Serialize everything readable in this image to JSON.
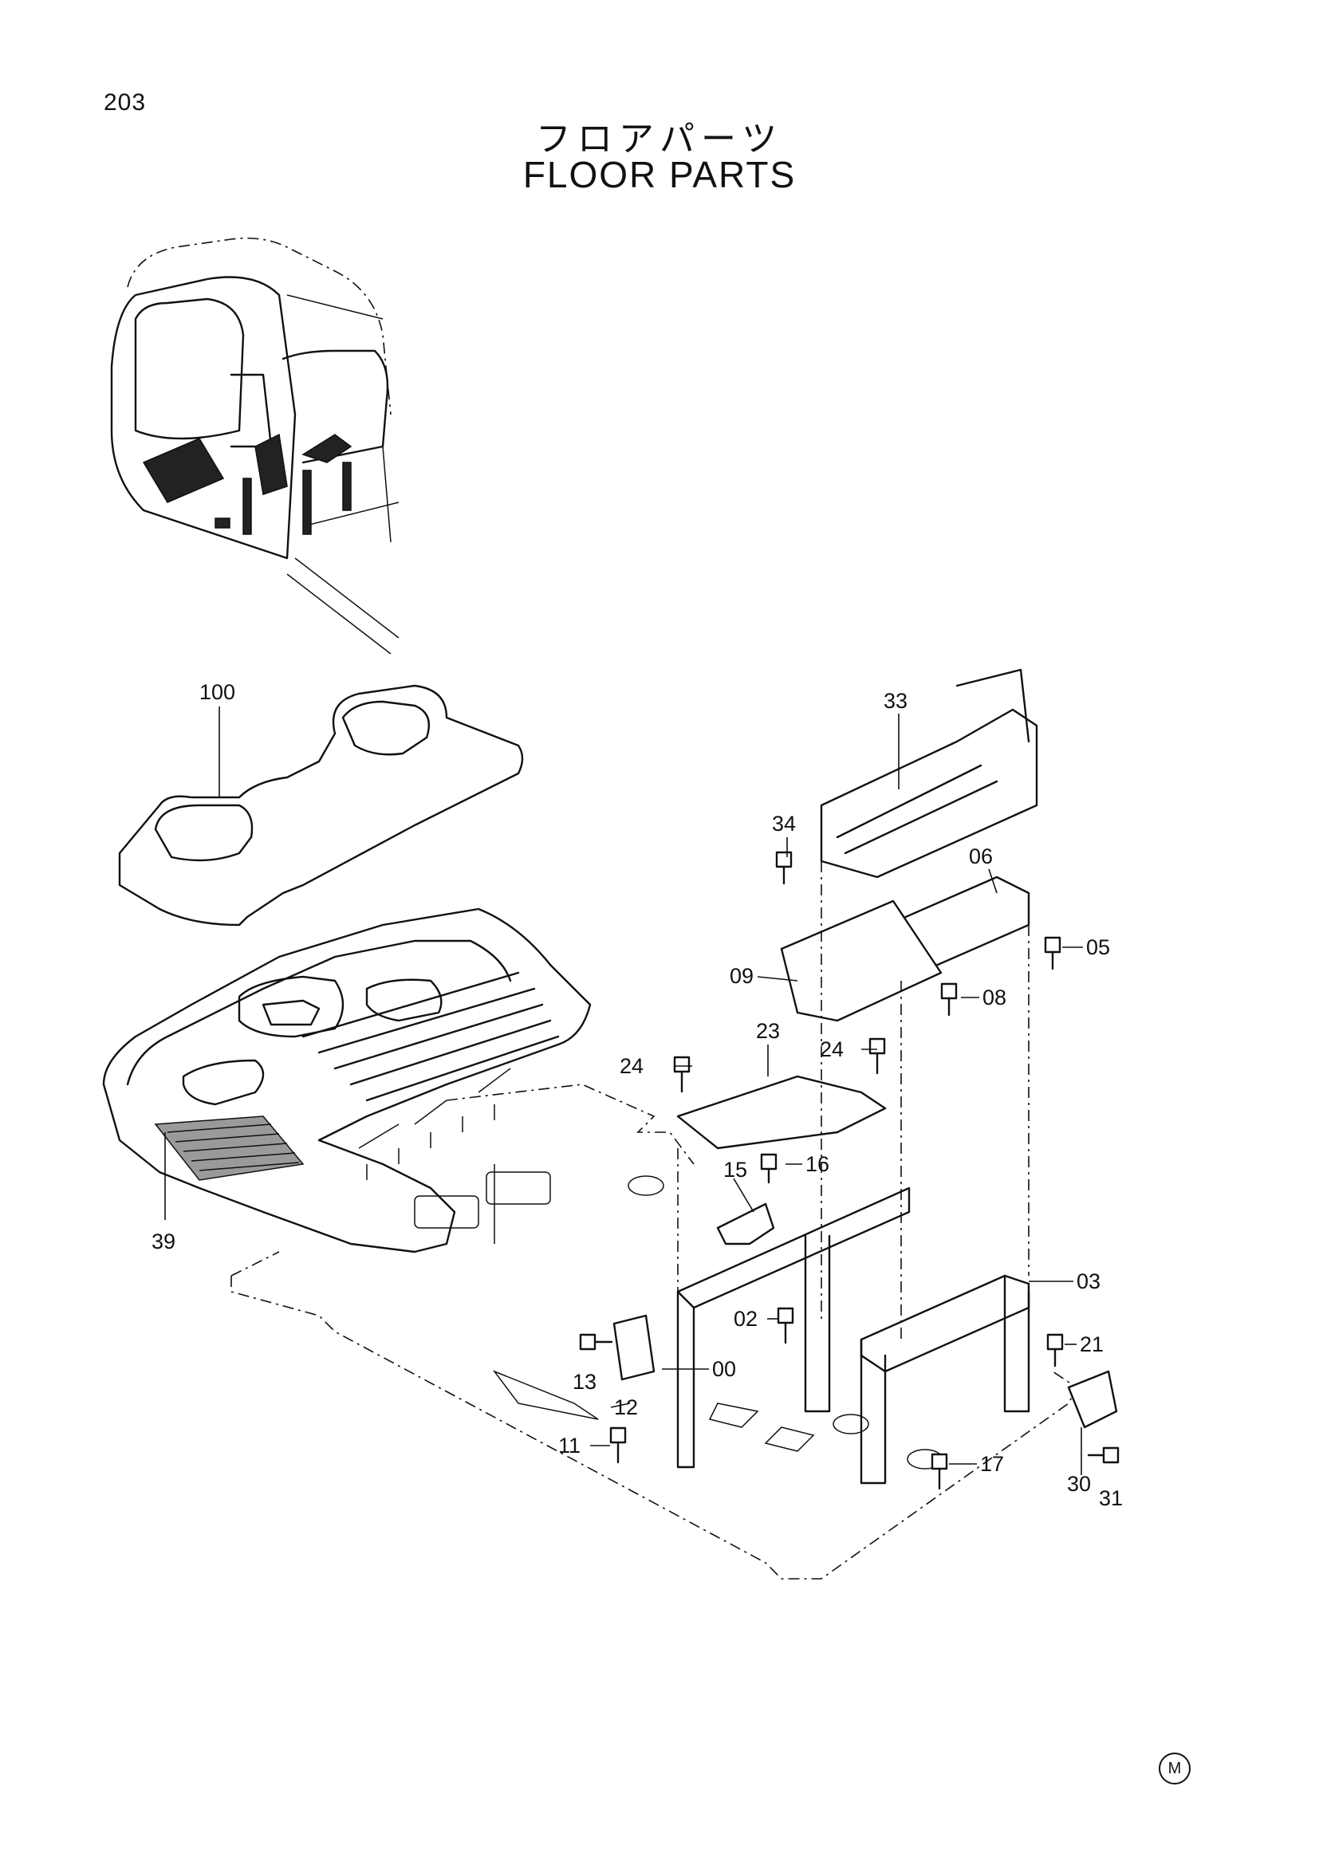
{
  "page_number": "203",
  "title_jp": "フロアパーツ",
  "title_en": "FLOOR PARTS",
  "corner_mark": "M",
  "callouts": [
    "100",
    "39",
    "33",
    "34",
    "06",
    "05",
    "09",
    "08",
    "23",
    "24",
    "24",
    "15",
    "16",
    "03",
    "02",
    "21",
    "13",
    "00",
    "12",
    "11",
    "17",
    "30",
    "31"
  ]
}
